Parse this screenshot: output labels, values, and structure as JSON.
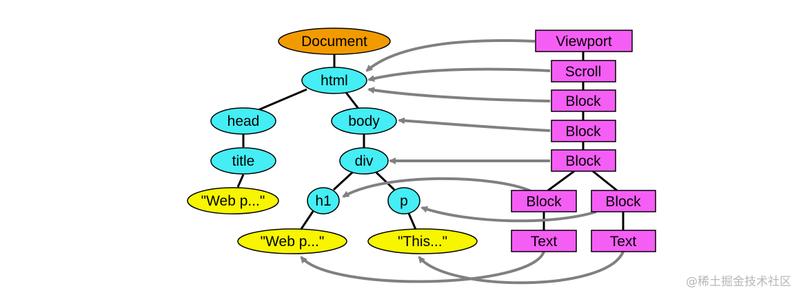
{
  "dom_nodes": {
    "document": {
      "label": "Document",
      "fill": "#f29b00"
    },
    "html": {
      "label": "html",
      "fill": "#44eef4"
    },
    "head": {
      "label": "head",
      "fill": "#44eef4"
    },
    "body": {
      "label": "body",
      "fill": "#44eef4"
    },
    "title": {
      "label": "title",
      "fill": "#44eef4"
    },
    "div": {
      "label": "div",
      "fill": "#44eef4"
    },
    "title_text": {
      "label": "\"Web p...\"",
      "fill": "#f7f500"
    },
    "h1": {
      "label": "h1",
      "fill": "#44eef4"
    },
    "p": {
      "label": "p",
      "fill": "#44eef4"
    },
    "h1_text": {
      "label": "\"Web p...\"",
      "fill": "#f7f500"
    },
    "p_text": {
      "label": "\"This...\"",
      "fill": "#f7f500"
    }
  },
  "render_nodes": {
    "viewport": {
      "label": "Viewport"
    },
    "scroll": {
      "label": "Scroll"
    },
    "block1": {
      "label": "Block"
    },
    "block2": {
      "label": "Block"
    },
    "block3": {
      "label": "Block"
    },
    "block4": {
      "label": "Block"
    },
    "block5": {
      "label": "Block"
    },
    "text1": {
      "label": "Text"
    },
    "text2": {
      "label": "Text"
    }
  },
  "colors": {
    "render_fill": "#f55ef5",
    "edge": "#000000",
    "arrow": "#808080"
  },
  "watermark": "@稀土掘金技术社区"
}
